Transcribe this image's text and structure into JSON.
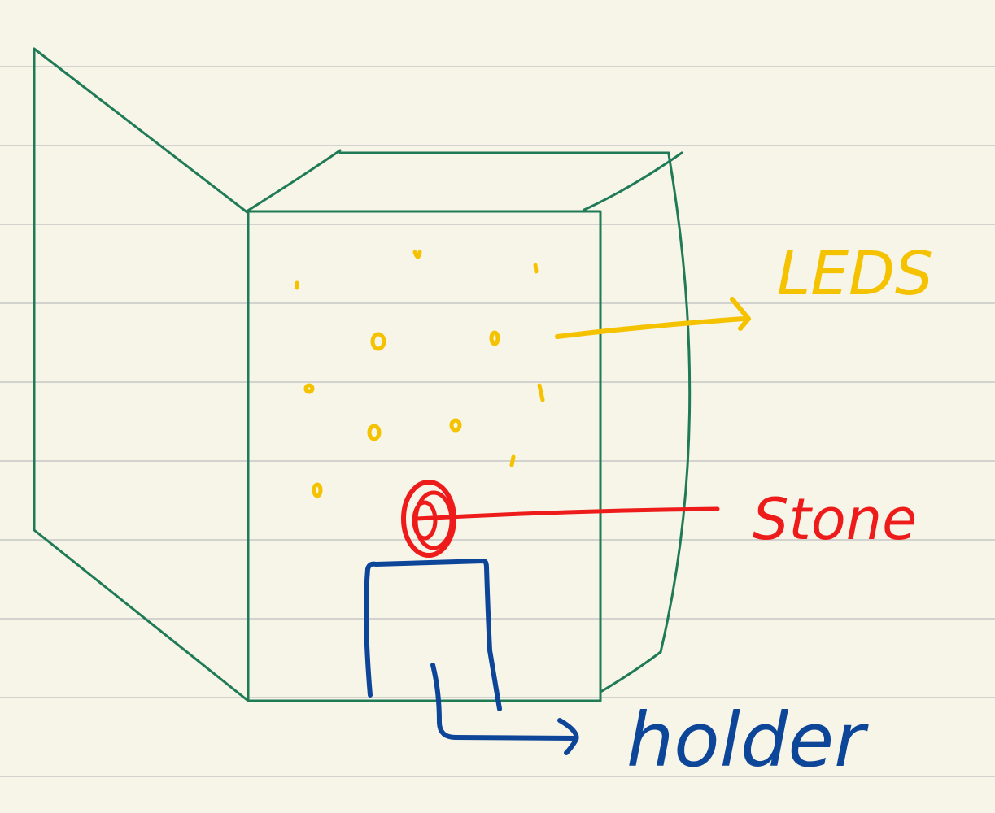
{
  "colors": {
    "paper": "#f7f4e8",
    "rule_lines": "#d2d2cf",
    "box_outline": "#1f7a56",
    "leds": "#f5c200",
    "stone": "#ee1b1b",
    "holder": "#0d4598"
  },
  "labels": {
    "leds": "LEDS",
    "stone": "Stone",
    "holder": "holder"
  }
}
